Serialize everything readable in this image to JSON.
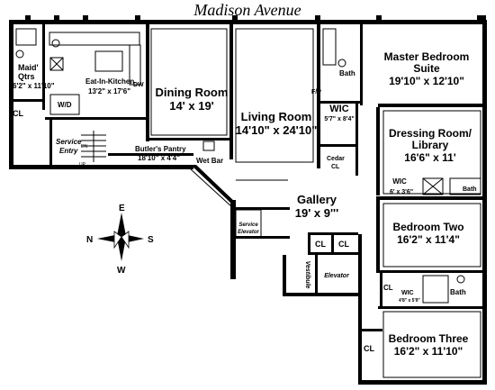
{
  "street": "Madison Avenue",
  "rooms": {
    "maid_name": "Maid'",
    "maid_name2": "Qtrs",
    "maid_dim": "6'2\" x 11'10\"",
    "kitchen_name": "Eat-In-Kitchen",
    "kitchen_dim": "13'2\" x 17'6\"",
    "dining_name": "Dining Room",
    "dining_dim": "14' x 19'",
    "living_name": "Living Room",
    "living_dim": "14'10\" x 24'10\"",
    "master_name": "Master Bedroom",
    "master_name2": "Suite",
    "master_dim": "19'10\" x 12'10\"",
    "dressing_name": "Dressing Room/",
    "dressing_name2": "Library",
    "dressing_dim": "16'6\" x 11'",
    "butler_name": "Butler's Pantry",
    "butler_dim": "18'10\" x 4'4\"",
    "gallery_name": "Gallery",
    "gallery_dim": "19' x 9'''",
    "bed2_name": "Bedroom Two",
    "bed2_dim": "16'2\" x 11'4\"",
    "bed3_name": "Bedroom Three",
    "bed3_dim": "16'2\" x 11'10\""
  },
  "labels": {
    "dw": "DW",
    "wd": "W/D",
    "cl": "CL",
    "service_entry": "Service",
    "service_entry2": "Entry",
    "dn": "DN",
    "up": "UP",
    "wet_bar": "Wet Bar",
    "bath": "Bath",
    "fp": "F/P",
    "wic": "WIC",
    "wic1_dim": "5'7\" x 8'4\"",
    "cedar": "Cedar",
    "wic2_dim": "6' x 3'6\"",
    "wic3_dim": "4'8\" x 5'9\"",
    "service_elev": "Service",
    "service_elev2": "Elevator",
    "elevator": "Elevator",
    "vestibule": "Vestibule"
  },
  "compass": {
    "n": "N",
    "s": "S",
    "e": "E",
    "w": "W"
  }
}
